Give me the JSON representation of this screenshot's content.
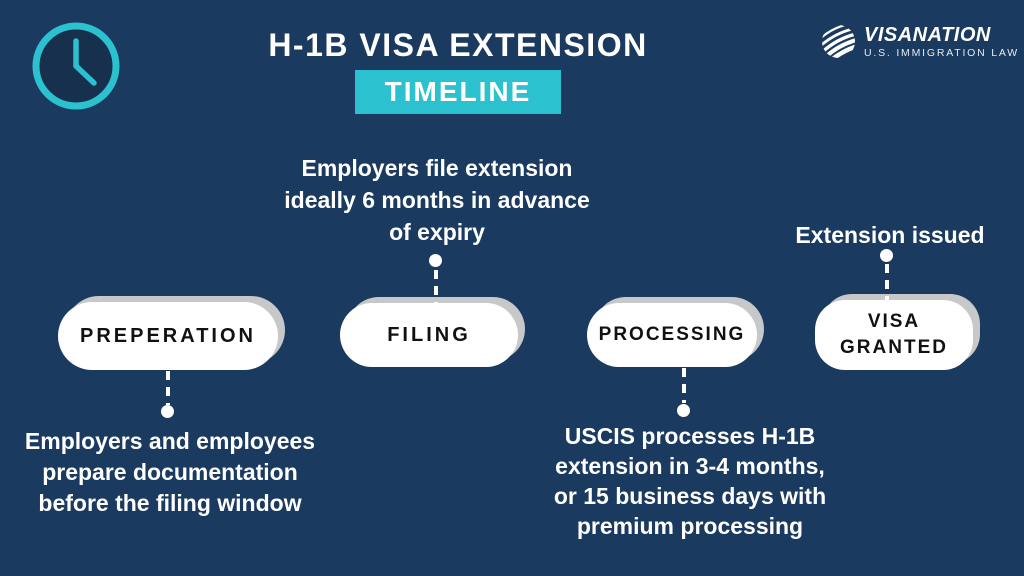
{
  "header": {
    "title": "H-1B VISA EXTENSION",
    "badge": "TIMELINE"
  },
  "logo": {
    "brand": "VISANATION",
    "tagline": "U.S. IMMIGRATION LAW"
  },
  "colors": {
    "background": "#1b3a5f",
    "accent_teal": "#2bc1ce",
    "pill_fill": "#ffffff",
    "pill_shadow": "#c6c8ca",
    "pill_text": "#111111",
    "note_text": "#ffffff"
  },
  "icons": {
    "clock": "clock-icon",
    "globe": "globe-icon"
  },
  "stages": [
    {
      "label": "PREPERATION",
      "note": "Employers and employees\nprepare documentation\nbefore the filing window",
      "note_position": "below"
    },
    {
      "label": "FILING",
      "note": "Employers file extension\nideally 6 months in advance\nof expiry",
      "note_position": "above"
    },
    {
      "label": "PROCESSING",
      "note": "USCIS processes H-1B\nextension in 3-4 months,\nor 15 business days with\npremium processing",
      "note_position": "below"
    },
    {
      "label": "VISA\nGRANTED",
      "note": "Extension issued",
      "note_position": "above"
    }
  ]
}
